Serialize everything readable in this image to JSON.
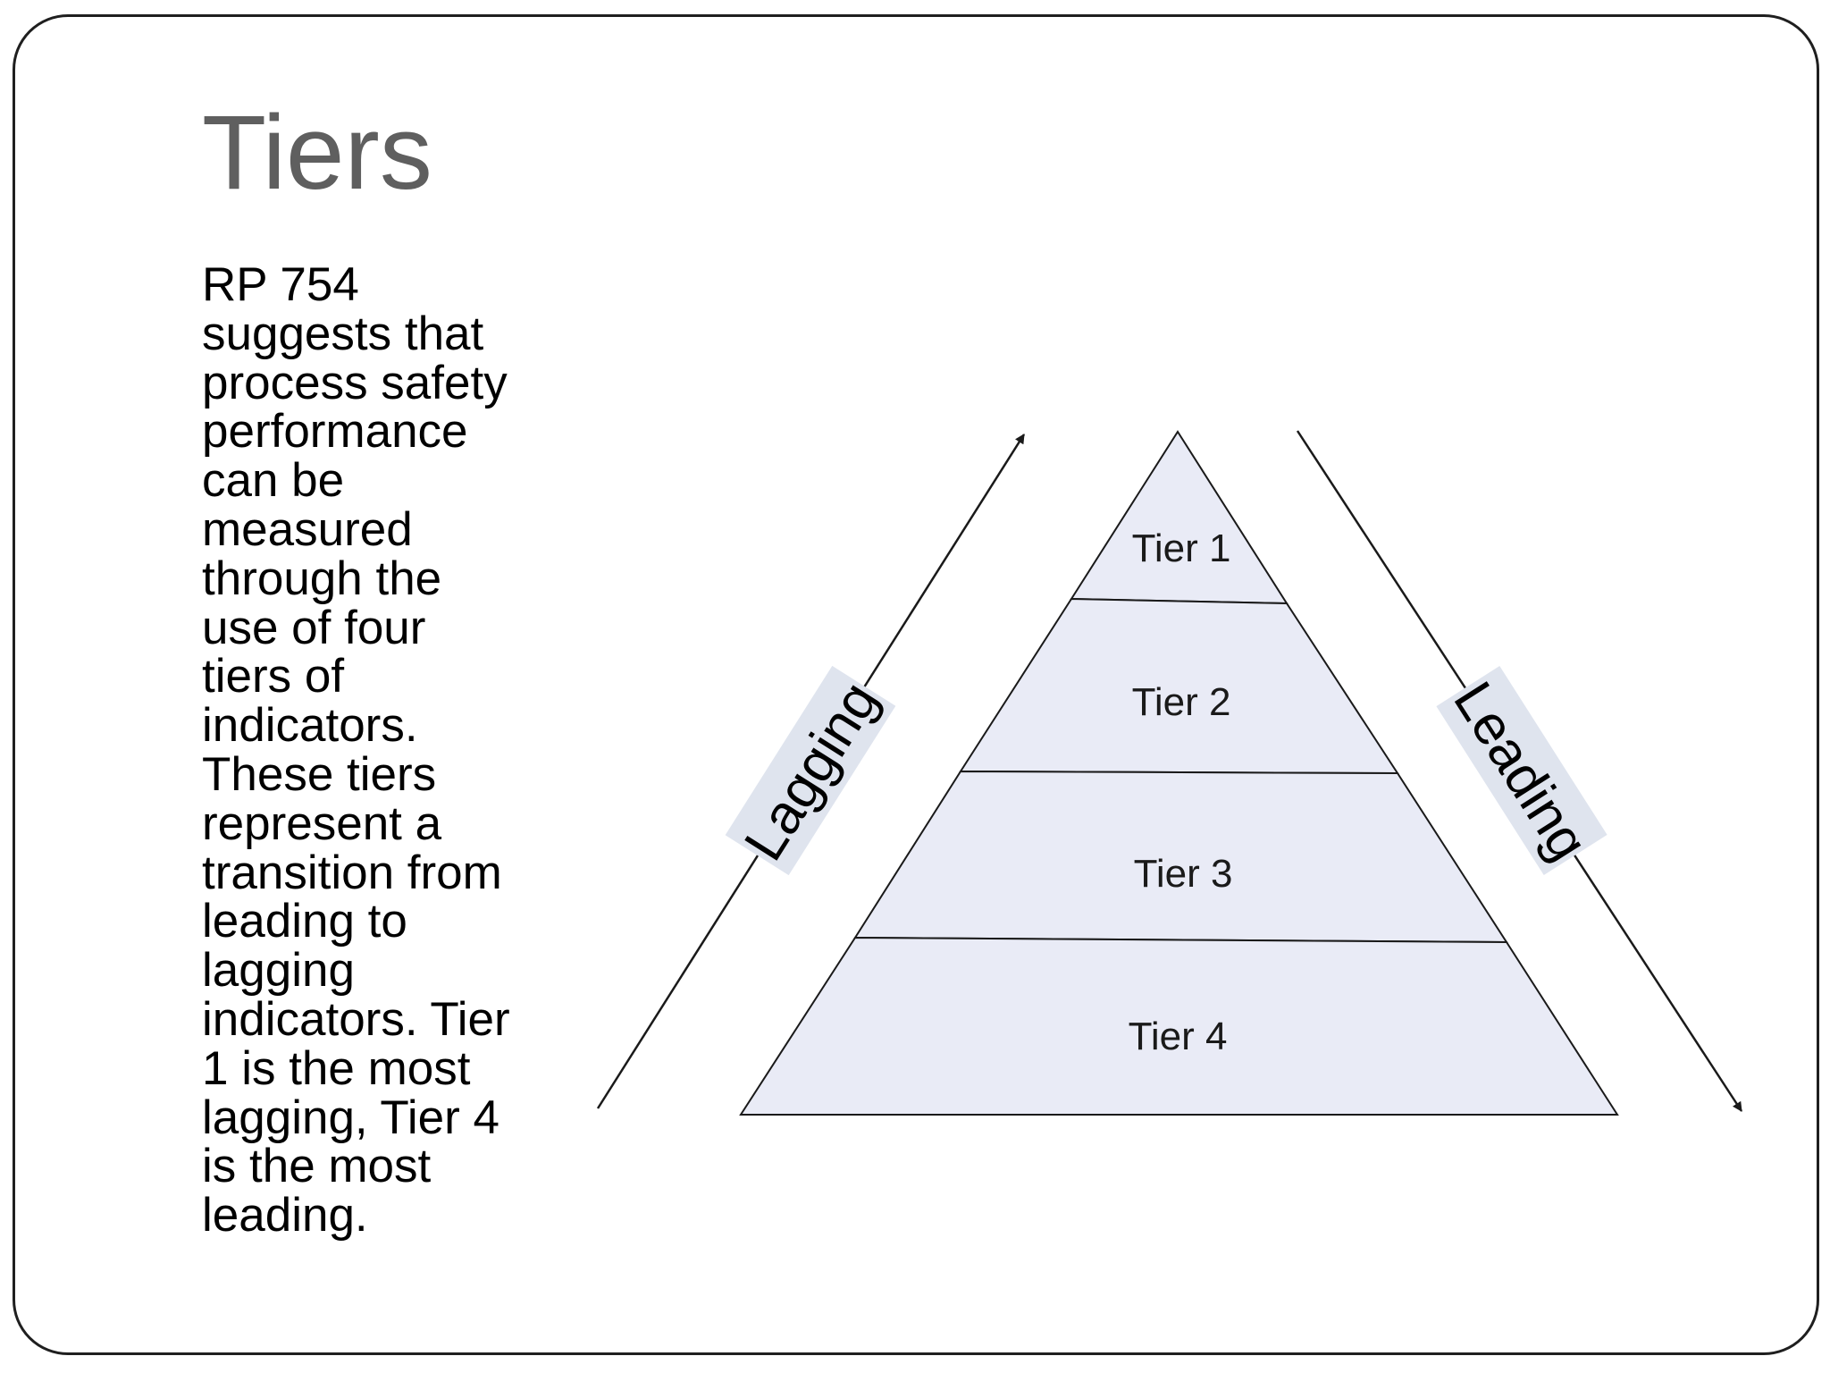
{
  "slide": {
    "title": "Tiers",
    "body_lines": [
      "RP 754",
      "suggests that",
      "process safety",
      "performance",
      "can be",
      "measured",
      "through the",
      "use of four",
      "tiers of",
      "indicators.",
      "These tiers",
      "represent a",
      "transition from",
      "leading to",
      "lagging",
      "indicators. Tier",
      "1 is the most",
      "lagging, Tier 4",
      "is the most",
      "leading."
    ]
  },
  "diagram": {
    "tiers": [
      "Tier 1",
      "Tier 2",
      "Tier 3",
      "Tier 4"
    ],
    "left_arrow_label": "Lagging",
    "right_arrow_label": "Leading",
    "colors": {
      "tier_fill": "#e9ebf6",
      "label_box": "#dfe4ee",
      "stroke": "#1a1a1a"
    }
  }
}
